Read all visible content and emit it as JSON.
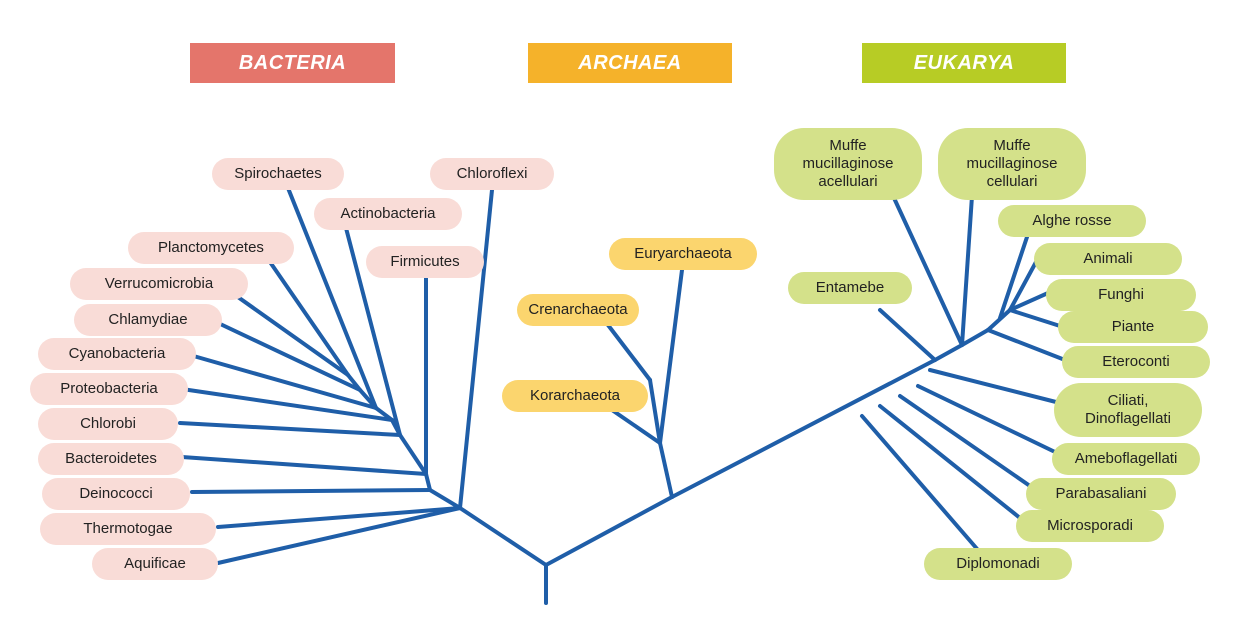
{
  "headers": {
    "bacteria": "BACTERIA",
    "archaea": "ARCHAEA",
    "eukarya": "EUKARYA"
  },
  "bacteria": {
    "spirochaetes": "Spirochaetes",
    "chloroflexi": "Chloroflexi",
    "actinobacteria": "Actinobacteria",
    "planctomycetes": "Planctomycetes",
    "firmicutes": "Firmicutes",
    "verrucomicrobia": "Verrucomicrobia",
    "chlamydiae": "Chlamydiae",
    "cyanobacteria": "Cyanobacteria",
    "proteobacteria": "Proteobacteria",
    "chlorobi": "Chlorobi",
    "bacteroidetes": "Bacteroidetes",
    "deinococci": "Deinococci",
    "thermotogae": "Thermotogae",
    "aquificae": "Aquificae"
  },
  "archaea": {
    "euryarchaeota": "Euryarchaeota",
    "crenarchaeota": "Crenarchaeota",
    "korarchaeota": "Korarchaeota"
  },
  "eukarya": {
    "muffe_acellulari": "Muffe\nmucillaginose\nacellulari",
    "muffe_cellulari": "Muffe\nmucillaginose\ncellulari",
    "alghe_rosse": "Alghe rosse",
    "animali": "Animali",
    "entamebe": "Entamebe",
    "funghi": "Funghi",
    "piante": "Piante",
    "eteroconti": "Eteroconti",
    "ciliati": "Ciliati,\nDinoflagellati",
    "ameboflagellati": "Ameboflagellati",
    "parabasaliani": "Parabasaliani",
    "microsporadi": "Microsporadi",
    "diplomonadi": "Diplomonadi"
  },
  "colors": {
    "branch": "#1f5ea8",
    "bacteria_header": "#e4756b",
    "archaea_header": "#f5b22a",
    "eukarya_header": "#b7cc25",
    "bacteria_label": "#f9dcd7",
    "archaea_label": "#fbd56e",
    "eukarya_label": "#d4e18a"
  }
}
